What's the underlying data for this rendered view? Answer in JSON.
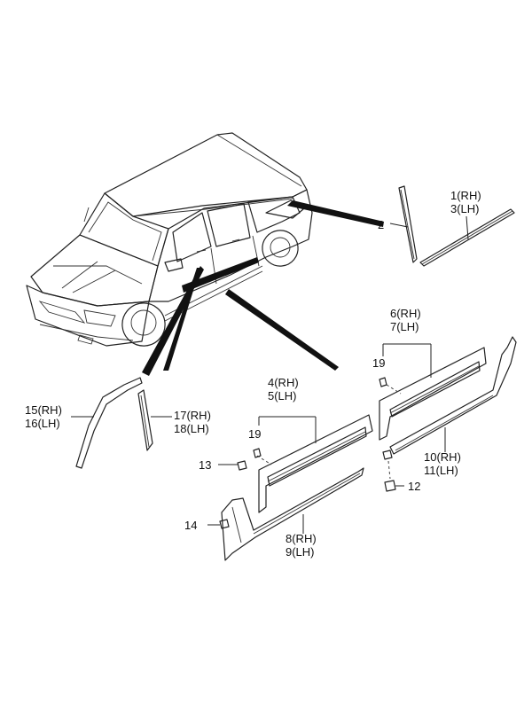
{
  "callouts": [
    {
      "id": "c2",
      "lines": [
        "2"
      ]
    },
    {
      "id": "c1",
      "lines": [
        "1(RH)",
        "3(LH)"
      ]
    },
    {
      "id": "c6",
      "lines": [
        "6(RH)",
        "7(LH)"
      ]
    },
    {
      "id": "c19a",
      "lines": [
        "19"
      ]
    },
    {
      "id": "c4",
      "lines": [
        "4(RH)",
        "5(LH)"
      ]
    },
    {
      "id": "c19b",
      "lines": [
        "19"
      ]
    },
    {
      "id": "c15",
      "lines": [
        "15(RH)",
        "16(LH)"
      ]
    },
    {
      "id": "c17",
      "lines": [
        "17(RH)",
        "18(LH)"
      ]
    },
    {
      "id": "c13",
      "lines": [
        "13"
      ]
    },
    {
      "id": "c10",
      "lines": [
        "10(RH)",
        "11(LH)"
      ]
    },
    {
      "id": "c12",
      "lines": [
        "12"
      ]
    },
    {
      "id": "c14",
      "lines": [
        "14"
      ]
    },
    {
      "id": "c8",
      "lines": [
        "8(RH)",
        "9(LH)"
      ]
    }
  ],
  "colors": {
    "line": "#222222",
    "background": "#ffffff"
  }
}
